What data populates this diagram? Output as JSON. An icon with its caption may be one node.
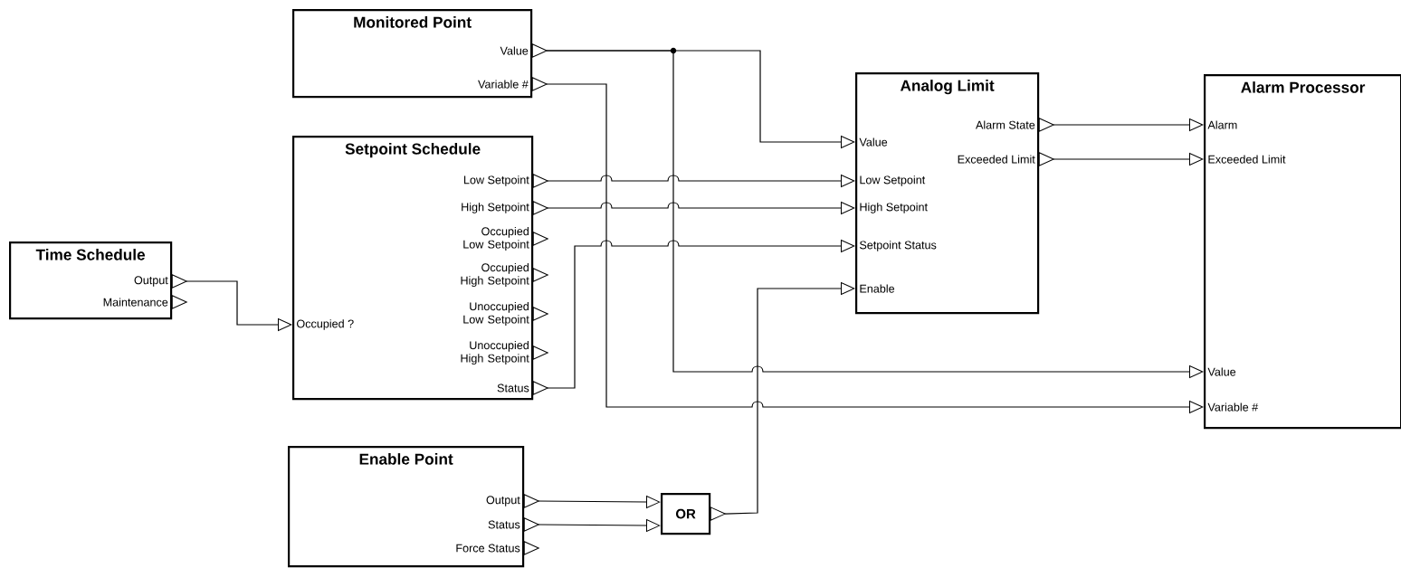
{
  "diagram": {
    "nodes": [
      {
        "text": [
          "Time Schedule"
        ]
      },
      {
        "text": [
          "Output"
        ],
        "in": 0
      },
      {
        "text": [
          "Maintenance"
        ],
        "in": 0
      },
      {
        "text": [
          "Monitored Point"
        ]
      },
      {
        "text": [
          "Value"
        ],
        "in": 3
      },
      {
        "text": [
          "Variable #"
        ],
        "in": 3
      },
      {
        "text": [
          "Setpoint Schedule"
        ]
      },
      {
        "text": [
          "Occupied ?"
        ],
        "in": 6
      },
      {
        "text": [
          "Low Setpoint"
        ],
        "in": 6
      },
      {
        "text": [
          "High Setpoint"
        ],
        "in": 6
      },
      {
        "text": [
          "Occupied Low Setpoint"
        ],
        "in": 6
      },
      {
        "text": [
          "Occupied High Setpoint"
        ],
        "in": 6
      },
      {
        "text": [
          "Unoccupied Low Setpoint"
        ],
        "in": 6
      },
      {
        "text": [
          "Unoccupied High Setpoint"
        ],
        "in": 6
      },
      {
        "text": [
          "Status"
        ],
        "in": 6
      },
      {
        "text": [
          "Enable Point"
        ]
      },
      {
        "text": [
          "Output"
        ],
        "in": 15
      },
      {
        "text": [
          "Status"
        ],
        "in": 15
      },
      {
        "text": [
          "Force Status"
        ],
        "in": 15
      },
      {
        "text": [
          "OR"
        ]
      },
      {
        "text": [
          "Analog Limit"
        ]
      },
      {
        "text": [
          "Value"
        ],
        "in": 20
      },
      {
        "text": [
          "Low Setpoint"
        ],
        "in": 20
      },
      {
        "text": [
          "High Setpoint"
        ],
        "in": 20
      },
      {
        "text": [
          "Setpoint Status"
        ],
        "in": 20
      },
      {
        "text": [
          "Enable"
        ],
        "in": 20
      },
      {
        "text": [
          "Alarm State"
        ],
        "in": 20
      },
      {
        "text": [
          "Exceeded Limit"
        ],
        "in": 20
      },
      {
        "text": [
          "Alarm Processor"
        ]
      },
      {
        "text": [
          "Alarm"
        ],
        "in": 28
      },
      {
        "text": [
          "Exceeded Limit"
        ],
        "in": 28
      },
      {
        "text": [
          "Value"
        ],
        "in": 28
      },
      {
        "text": [
          "Variable #"
        ],
        "in": 28
      }
    ],
    "edges": [
      {
        "from": 1,
        "to": 7,
        "arrow": "to"
      },
      {
        "from": 4,
        "to": 21,
        "arrow": "to"
      },
      {
        "from": 4,
        "to": 31,
        "arrow": "to"
      },
      {
        "from": 5,
        "to": 32,
        "arrow": "to"
      },
      {
        "from": 8,
        "to": 22,
        "arrow": "to"
      },
      {
        "from": 9,
        "to": 23,
        "arrow": "to"
      },
      {
        "from": 14,
        "to": 24,
        "arrow": "to"
      },
      {
        "from": 16,
        "to": 19,
        "arrow": "to"
      },
      {
        "from": 17,
        "to": 19,
        "arrow": "to"
      },
      {
        "from": 19,
        "to": 25,
        "arrow": "to"
      },
      {
        "from": 26,
        "to": 29,
        "arrow": "to"
      },
      {
        "from": 27,
        "to": 30,
        "arrow": "to"
      }
    ]
  }
}
